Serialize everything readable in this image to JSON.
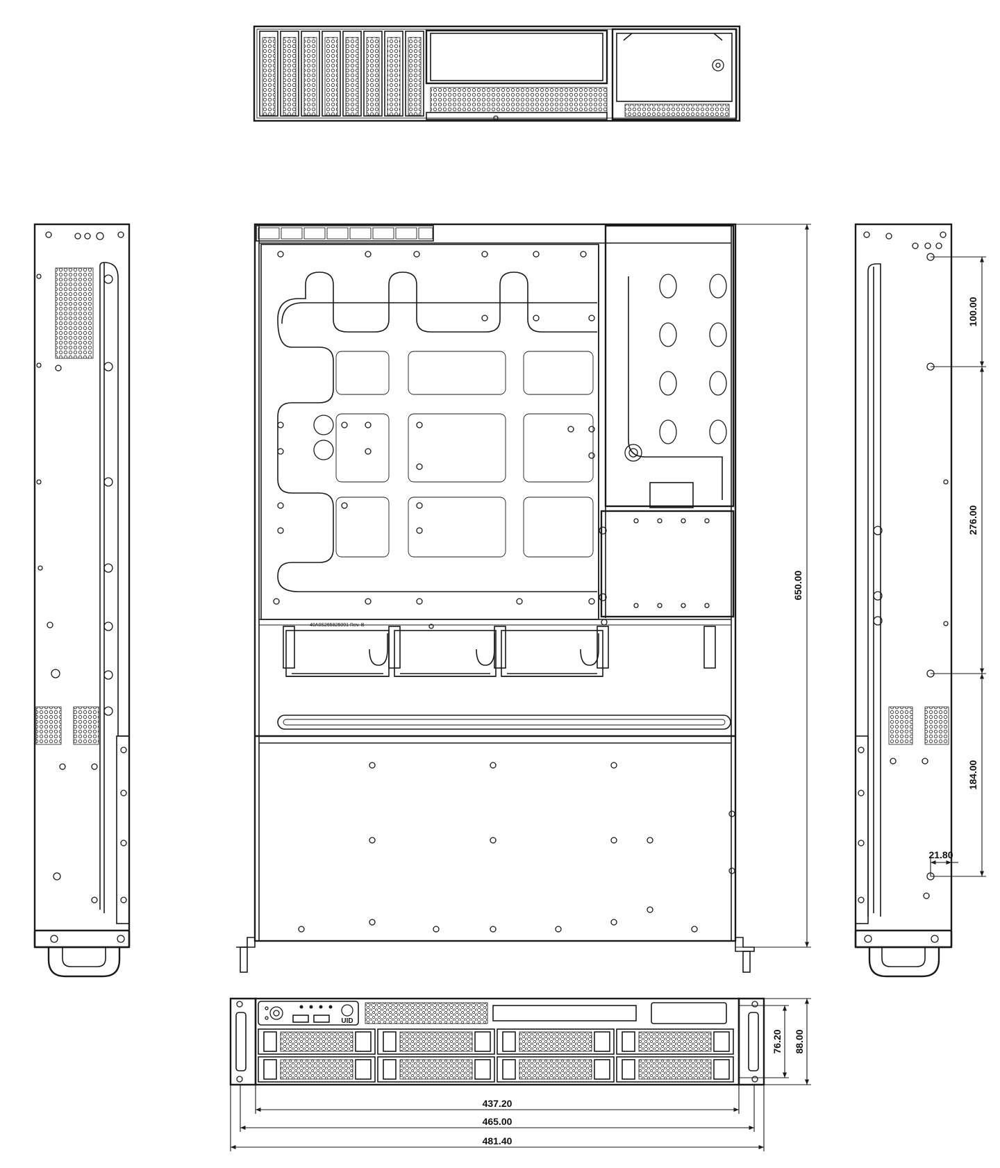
{
  "dimensions": {
    "top_depth": "650.00",
    "side_spacing_1": "100.00",
    "side_spacing_2": "276.00",
    "side_spacing_3": "184.00",
    "side_offset": "21.80",
    "front_height_inner": "76.20",
    "front_height_outer": "88.00",
    "front_width_1": "437.20",
    "front_width_2": "465.00",
    "front_width_3": "481.40"
  },
  "labels": {
    "board_part": "40A0S265825001  Rev. B",
    "uid_label": "UID"
  },
  "colors": {
    "line": "#1a1a1a",
    "background": "#ffffff"
  }
}
